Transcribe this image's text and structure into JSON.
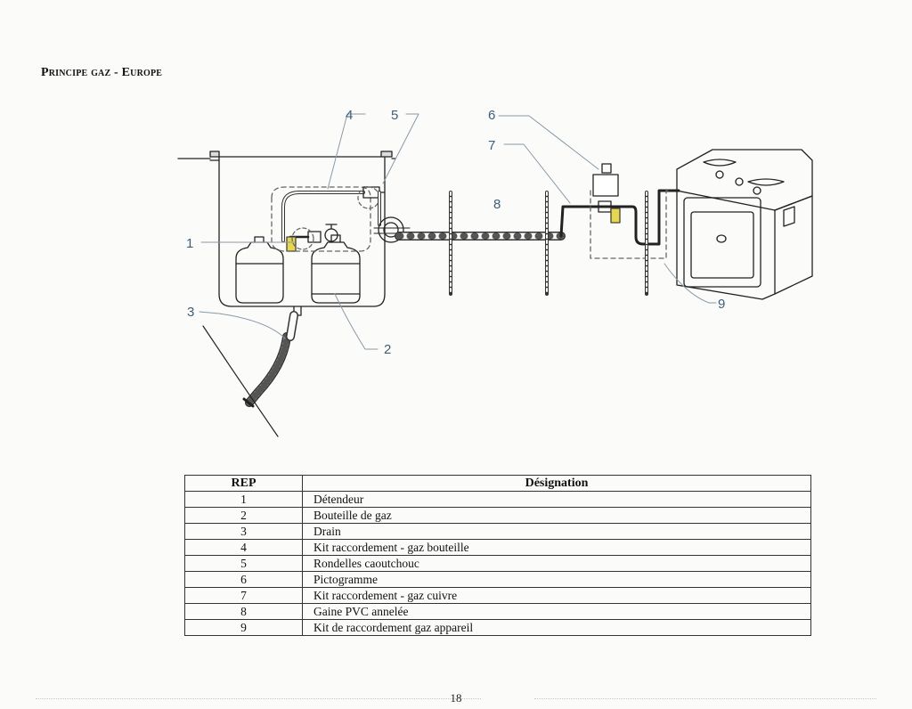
{
  "page": {
    "title": "Principe gaz - Europe",
    "page_number": "18"
  },
  "diagram": {
    "callouts": [
      "1",
      "2",
      "3",
      "4",
      "5",
      "6",
      "7",
      "8",
      "9"
    ]
  },
  "parts_table": {
    "header_rep": "REP",
    "header_designation": "Désignation",
    "rows": [
      {
        "rep": "1",
        "designation": "Détendeur"
      },
      {
        "rep": "2",
        "designation": "Bouteille de gaz"
      },
      {
        "rep": "3",
        "designation": "Drain"
      },
      {
        "rep": "4",
        "designation": "Kit raccordement - gaz bouteille"
      },
      {
        "rep": "5",
        "designation": "Rondelles caoutchouc"
      },
      {
        "rep": "6",
        "designation": "Pictogramme"
      },
      {
        "rep": "7",
        "designation": "Kit raccordement - gaz cuivre"
      },
      {
        "rep": "8",
        "designation": "Gaine PVC annelée"
      },
      {
        "rep": "9",
        "designation": "Kit de raccordement gaz appareil"
      }
    ]
  }
}
